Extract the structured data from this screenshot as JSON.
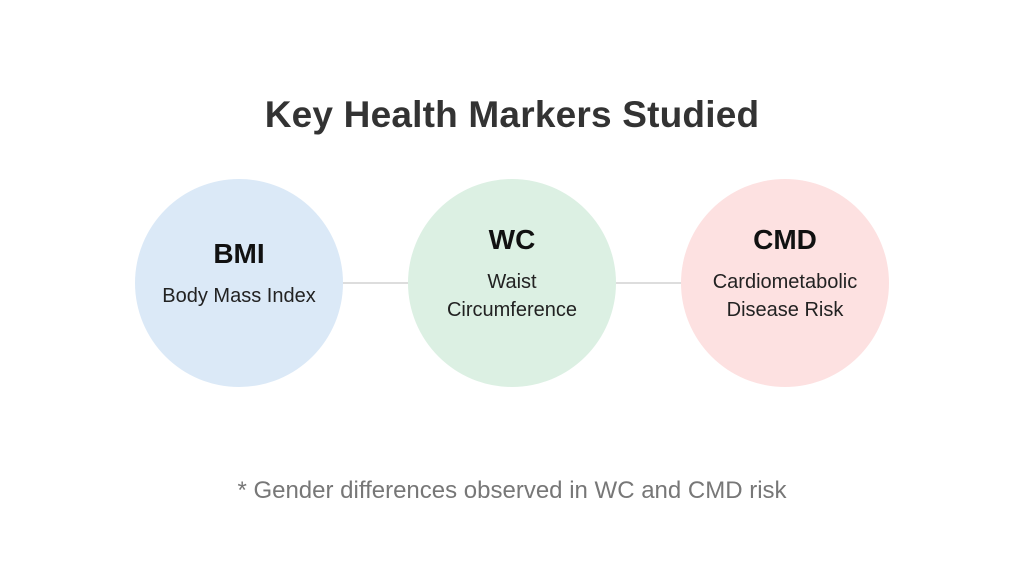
{
  "title": "Key Health Markers Studied",
  "markers": [
    {
      "abbr": "BMI",
      "full": "Body Mass Index",
      "color": "#dbe9f7"
    },
    {
      "abbr": "WC",
      "full": "Waist Circumference",
      "color": "#dcf0e3"
    },
    {
      "abbr": "CMD",
      "full": "Cardiometabolic Disease Risk",
      "color": "#fde1e1"
    }
  ],
  "connector_color": "#dddddd",
  "footnote": "* Gender differences observed in WC and CMD risk"
}
